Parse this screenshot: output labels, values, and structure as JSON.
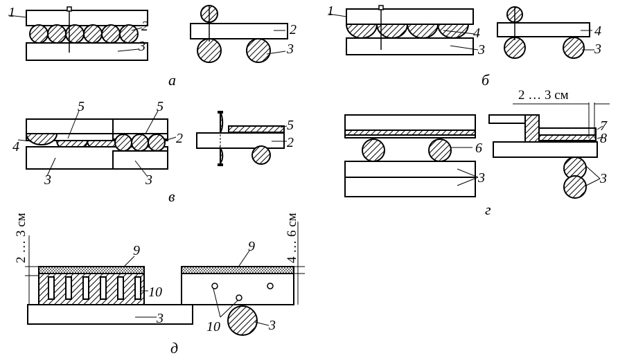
{
  "labels": {
    "n1": "1",
    "n2": "2",
    "n3": "3",
    "n4": "4",
    "n5": "5",
    "n6": "6",
    "n7": "7",
    "n8": "8",
    "n9": "9",
    "n10": "10"
  },
  "captions": {
    "a": "а",
    "b": "б",
    "v": "в",
    "g": "г",
    "d": "д"
  },
  "dimensions": {
    "g_gap": "2 … 3 см",
    "d_left": "2 … 3 см",
    "d_right": "4 … 6 см"
  }
}
